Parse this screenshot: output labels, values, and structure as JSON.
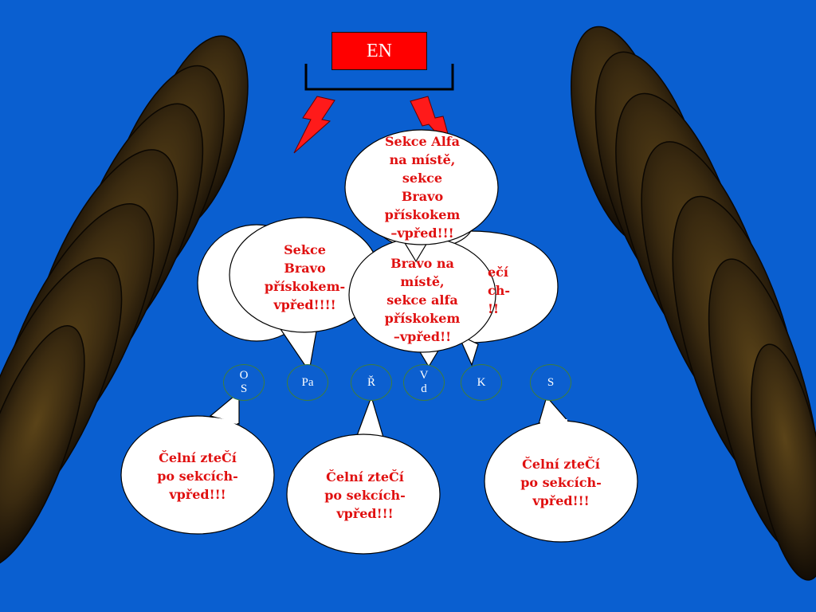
{
  "enemy": {
    "label": "EN"
  },
  "units": [
    {
      "id": "os",
      "label": "O\nS"
    },
    {
      "id": "pa",
      "label": "Pa"
    },
    {
      "id": "r",
      "label": "Ř"
    },
    {
      "id": "vd",
      "label": "V\nd"
    },
    {
      "id": "k",
      "label": "K"
    },
    {
      "id": "s",
      "label": "S"
    }
  ],
  "bubbles": {
    "pa_front": "Sekce\nBravo\npřískokem-\nvpřed!!!!",
    "vd_front": "Bravo na\nmístě,\nsekce alfa\npřískokem\n–vpřed!!",
    "k_partial": "ečí\nch-\n!!",
    "top": "Sekce Alfa\nna místě,\nsekce\nBravo\npřískokem\n–vpřed!!!",
    "os": "Čelní zteČí\npo sekcích-\nvpřed!!!",
    "r": "Čelní zteČí\npo sekcích-\nvpřed!!!",
    "s": "Čelní zteČí\npo sekcích-\nvpřed!!!"
  },
  "colors": {
    "background": "#0a5fd0",
    "enemy": "#ff0000",
    "bubble_text": "#e01010",
    "lightning": "#ff1a1a",
    "feather": "#3a2a12"
  }
}
